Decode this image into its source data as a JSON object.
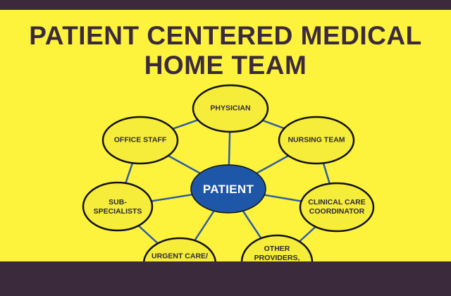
{
  "title": {
    "line1": "PATIENT CENTERED MEDICAL",
    "line2": "HOME TEAM"
  },
  "center": {
    "label": "PATIENT"
  },
  "nodes": [
    {
      "id": "physician",
      "label": "PHYSICIAN"
    },
    {
      "id": "nursing-team",
      "label": "NURSING TEAM"
    },
    {
      "id": "clinical-care-coordinator",
      "label": "CLINICAL CARE\nCOORDINATOR"
    },
    {
      "id": "other-providers",
      "label": "OTHER\nPROVIDERS,\nEDUCATORS,\nDIETICIANS"
    },
    {
      "id": "urgent-care",
      "label": "URGENT CARE/\nWALK IN\nCLINIC"
    },
    {
      "id": "sub-specialists",
      "label": "SUB-\nSPECIALISTS"
    },
    {
      "id": "office-staff",
      "label": "OFFICE STAFF"
    }
  ],
  "colors": {
    "background": "#fdf33c",
    "frame": "#3a2a3c",
    "center_fill": "#1f57a8",
    "node_fill": "#f6ec3a",
    "connector": "#2e5ca6"
  }
}
